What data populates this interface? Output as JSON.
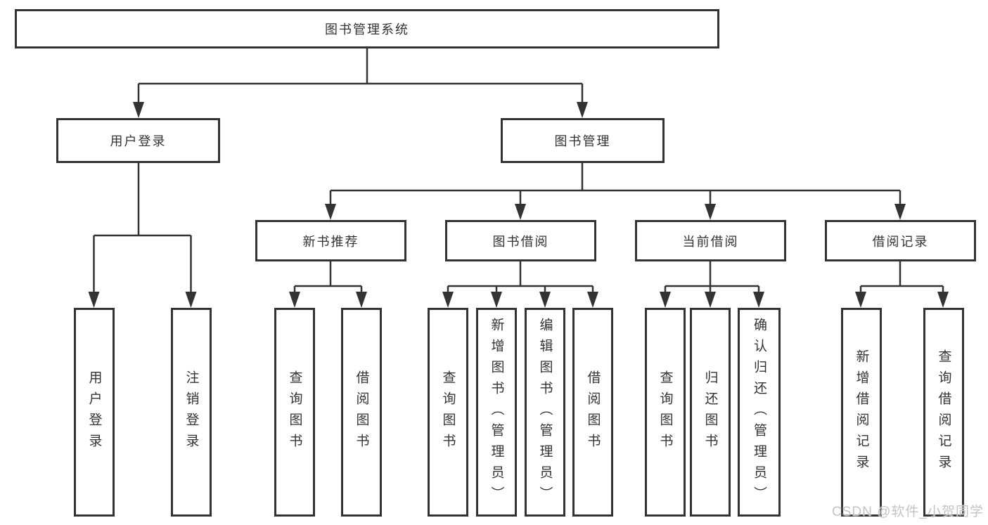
{
  "diagram": {
    "title_node": {
      "label": "图书管理系统"
    },
    "level2": [
      {
        "label": "用户登录"
      },
      {
        "label": "图书管理"
      }
    ],
    "level3": [
      {
        "label": "新书推荐",
        "parent": "图书管理"
      },
      {
        "label": "图书借阅",
        "parent": "图书管理"
      },
      {
        "label": "当前借阅",
        "parent": "图书管理"
      },
      {
        "label": "借阅记录",
        "parent": "图书管理"
      }
    ],
    "leaves": [
      {
        "label": "用户登录",
        "parent": "用户登录"
      },
      {
        "label": "注销登录",
        "parent": "用户登录"
      },
      {
        "label": "查询图书",
        "parent": "新书推荐"
      },
      {
        "label": "借阅图书",
        "parent": "新书推荐"
      },
      {
        "label": "查询图书",
        "parent": "图书借阅"
      },
      {
        "label": "新增图书（管理员）",
        "parent": "图书借阅"
      },
      {
        "label": "编辑图书（管理员）",
        "parent": "图书借阅"
      },
      {
        "label": "借阅图书",
        "parent": "图书借阅"
      },
      {
        "label": "查询图书",
        "parent": "当前借阅"
      },
      {
        "label": "归还图书",
        "parent": "当前借阅"
      },
      {
        "label": "确认归还（管理员）",
        "parent": "当前借阅"
      },
      {
        "label": "新增借阅记录",
        "parent": "借阅记录"
      },
      {
        "label": "查询借阅记录",
        "parent": "借阅记录"
      }
    ],
    "colors": {
      "line": "#333333",
      "text": "#333333",
      "box_background": "#ffffff"
    }
  },
  "watermark": {
    "text": "CSDN @软件_小贺同学",
    "color": "#c4c4c4"
  }
}
